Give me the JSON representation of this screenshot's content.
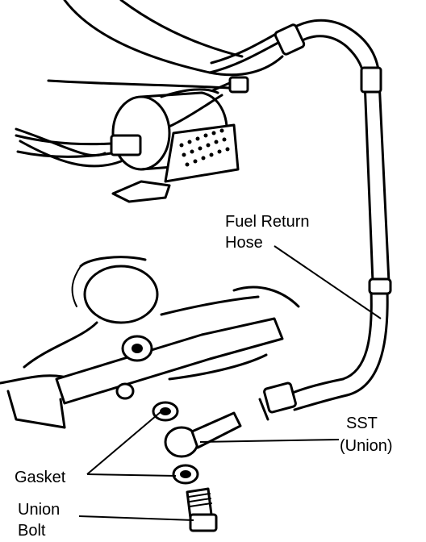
{
  "labels": {
    "fuel_return_hose_line1": "Fuel Return",
    "fuel_return_hose_line2": "Hose",
    "sst_line1": "SST",
    "sst_line2": "(Union)",
    "gasket": "Gasket",
    "union_bolt_line1": "Union",
    "union_bolt_line2": "Bolt"
  }
}
